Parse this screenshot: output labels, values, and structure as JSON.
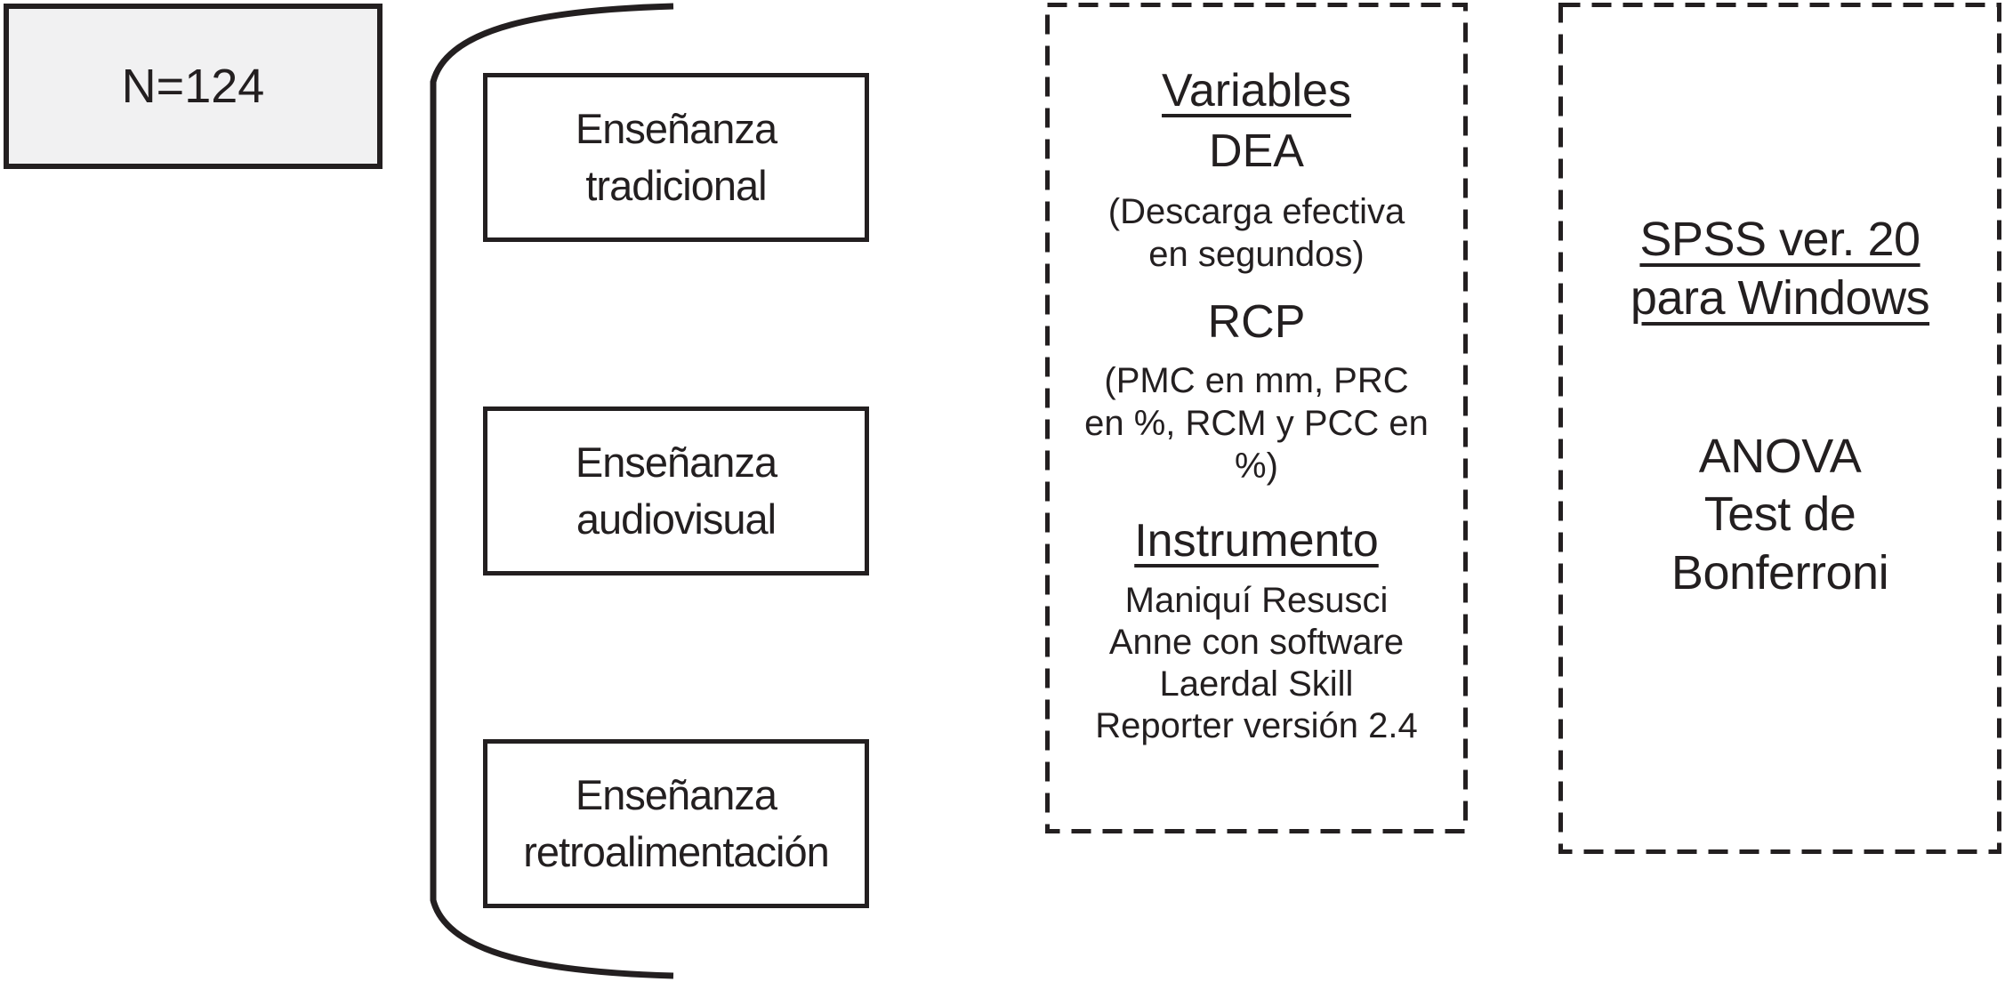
{
  "colors": {
    "ink": "#231f20",
    "box_fill": "#f1f1f2",
    "bg": "#ffffff"
  },
  "sample_box": {
    "label": "N=124"
  },
  "group_boxes": [
    {
      "label": "Enseñanza\ntradicional"
    },
    {
      "label": "Enseñanza\naudiovisual"
    },
    {
      "label": "Enseñanza\nretroalimentación"
    }
  ],
  "variables_panel": {
    "section1_title": "Variables",
    "variable1_name": "DEA",
    "variable1_detail": "(Descarga efectiva\nen segundos)",
    "variable2_name": "RCP",
    "variable2_detail": "(PMC en mm, PRC\nen %, RCM y PCC en\n%)",
    "section2_title": "Instrumento",
    "instrument_detail": "Maniquí Resusci\nAnne con software\nLaerdal Skill\nReporter versión 2.4"
  },
  "analysis_panel": {
    "software_title": "SPSS ver. 20\npara Windows",
    "test1": "ANOVA",
    "test2": "Test de\nBonferroni"
  }
}
